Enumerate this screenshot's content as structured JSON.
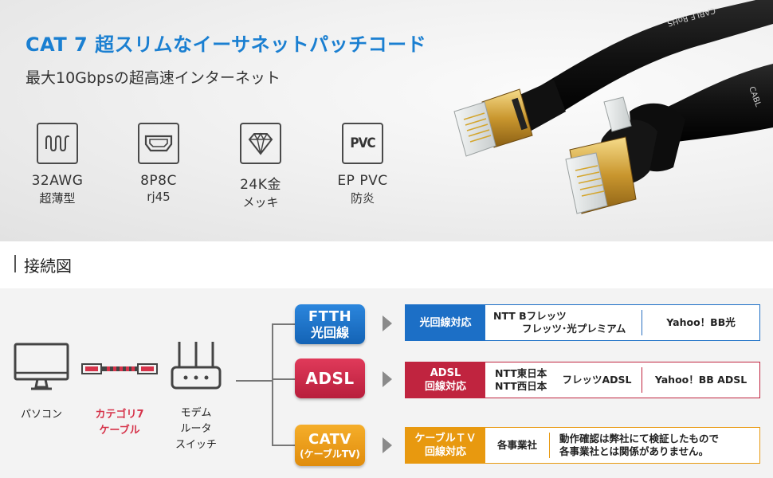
{
  "hero": {
    "title": "CAT 7 超スリムなイーサネットパッチコード",
    "subtitle": "最大10Gbpsの超高速インターネット",
    "cable_print_1": "CABLE RoHS",
    "cable_print_2": "CABL"
  },
  "features": [
    {
      "icon": "wave-icon",
      "line1": "32AWG",
      "line2": "超薄型"
    },
    {
      "icon": "hdmi-port-icon",
      "line1": "8P8C",
      "line2": "rj45"
    },
    {
      "icon": "diamond-icon",
      "line1": "24K金",
      "line2": "メッキ"
    },
    {
      "icon": "pvc-icon",
      "icon_text": "PVC",
      "line1": "EP PVC",
      "line2": "防炎"
    }
  ],
  "section": {
    "title": "接続図"
  },
  "devices": {
    "pc": {
      "label": "パソコン"
    },
    "cable": {
      "line1": "カテゴリ7",
      "line2": "ケーブル"
    },
    "router": {
      "line1": "モデム",
      "line2": "ルータ",
      "line3": "スイッチ"
    }
  },
  "connections": [
    {
      "badge_line1": "FTTH",
      "badge_line2": "光回線",
      "tag_line1": "光回線対応",
      "tag_line2": "",
      "cell1_line1": "NTT Bフレッツ",
      "cell1_line2": "フレッツ･光プレミアム",
      "cell2": "Yahoo！BB光"
    },
    {
      "badge_line1": "ADSL",
      "tag_line1": "ADSL",
      "tag_line2": "回線対応",
      "cell1_line1": "NTT東日本",
      "cell1_line2": "NTT西日本",
      "cell_mid": "フレッツADSL",
      "cell2": "Yahoo！BB ADSL"
    },
    {
      "badge_line1": "CATV",
      "badge_line2": "(ケーブルTV)",
      "tag_line1": "ケーブルＴＶ",
      "tag_line2": "回線対応",
      "cell1": "各事業社",
      "cell2_line1": "動作確認は弊社にて検証したもので",
      "cell2_line2": "各事業社とは関係がありません。"
    }
  ],
  "colors": {
    "title_blue": "#1a7fd1",
    "ftth_blue": "#1c6fc6",
    "adsl_red": "#c0243f",
    "catv_orange": "#e8990f",
    "cable_red": "#d6334a"
  }
}
